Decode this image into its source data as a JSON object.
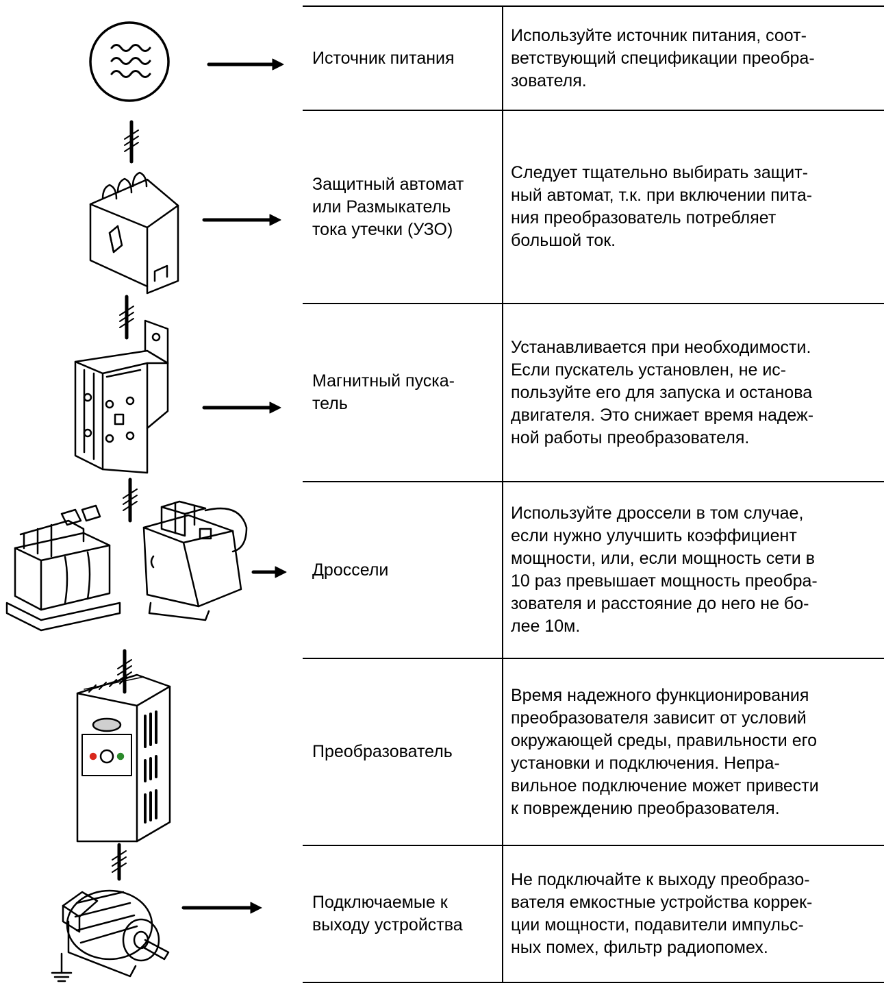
{
  "rows": [
    {
      "label": "Источник питания",
      "description": "Используйте источник питания, соот-\nветствующий спецификации преобра-\nзователя.",
      "icon": "power-source-icon"
    },
    {
      "label": "Защитный автомат\nили Размыкатель\nтока утечки (УЗО)",
      "description": "Следует тщательно выбирать защит-\nный автомат, т.к. при включении пита-\nния преобразователь потребляет\nбольшой ток.",
      "icon": "circuit-breaker-icon"
    },
    {
      "label": "Магнитный пуска-\nтель",
      "description": "Устанавливается при необходимости.\nЕсли пускатель установлен, не ис-\nпользуйте его для запуска и останова\nдвигателя. Это снижает время надеж-\nной работы преобразователя.",
      "icon": "magnetic-contactor-icon"
    },
    {
      "label": "Дроссели",
      "description": "Используйте дроссели в том случае,\nесли нужно улучшить коэффициент\nмощности, или, если мощность сети в\n10 раз превышает мощность преобра-\nзователя и расстояние до него не бо-\nлее 10м.",
      "icon": "reactor-icon"
    },
    {
      "label": "Преобразователь",
      "description": "Время надежного функционирования\nпреобразователя зависит от условий\nокружающей среды, правильности его\nустановки и подключения. Непра-\nвильное подключение может привести\nк повреждению преобразователя.",
      "icon": "inverter-icon"
    },
    {
      "label": "Подключаемые к\nвыходу устройства",
      "description": "Не подключайте к выходу преобразо-\nвателя емкостные устройства коррек-\nции мощности, подавители импульс-\nных помех, фильтр радиопомех.",
      "icon": "motor-icon"
    }
  ]
}
